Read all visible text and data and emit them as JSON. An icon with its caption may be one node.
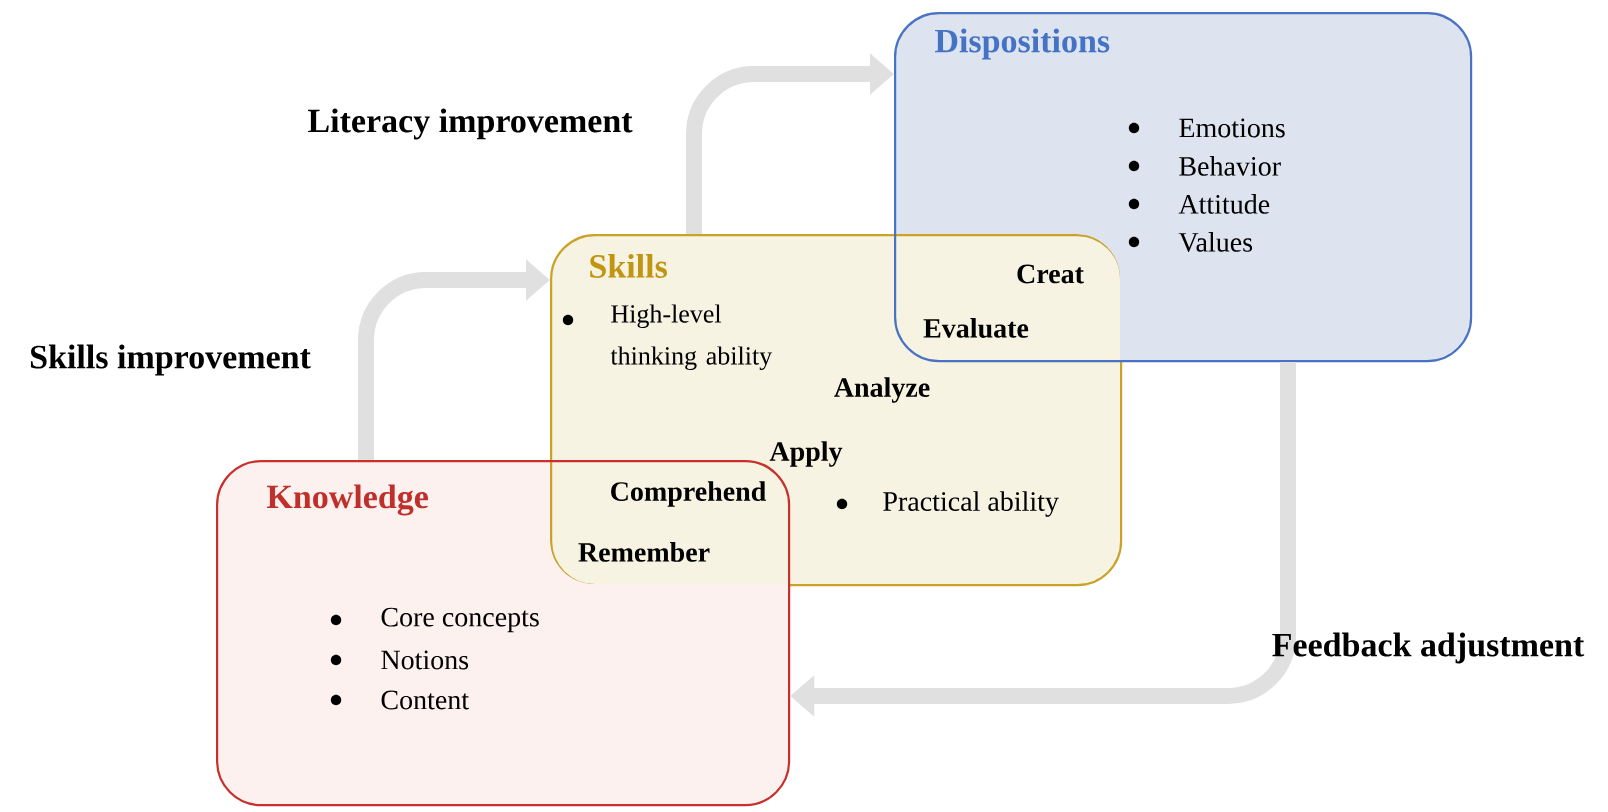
{
  "diagram": {
    "nodes": [
      {
        "text": [
          "Dispositions",
          "Emotions",
          "Behavior",
          "Attitude",
          "Values"
        ]
      },
      {
        "text": [
          "Skills",
          "High-level thinking ability",
          "Practical ability"
        ]
      },
      {
        "text": [
          "Knowledge",
          "Core concepts",
          "Notions",
          "Content"
        ]
      }
    ],
    "edges": [
      {
        "from": 2,
        "to": 1,
        "arrow": "to",
        "label": "Skills improvement"
      },
      {
        "from": 1,
        "to": 0,
        "arrow": "to",
        "label": "Literacy improvement"
      },
      {
        "from": 0,
        "to": 2,
        "arrow": "to",
        "label": "Feedback adjustment"
      }
    ],
    "labels": [
      "Creat",
      "Evaluate",
      "Analyze",
      "Apply",
      "Comprehend",
      "Remember"
    ]
  }
}
